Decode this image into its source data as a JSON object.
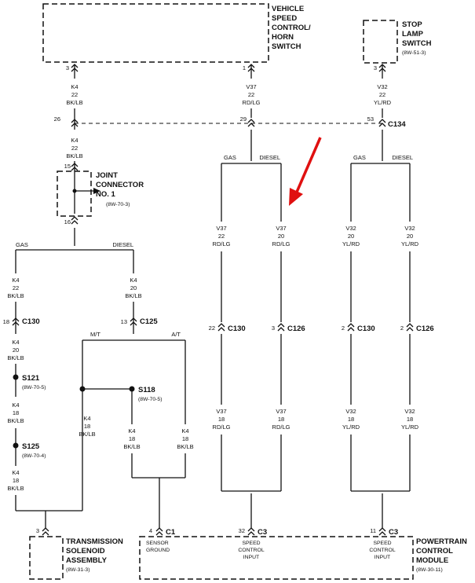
{
  "components": {
    "vehicle_speed_control": {
      "name_lines": [
        "VEHICLE",
        "SPEED",
        "CONTROL/",
        "HORN",
        "SWITCH"
      ],
      "pin_k4": "3",
      "pin_v37": "1"
    },
    "stop_lamp_switch": {
      "name_lines": [
        "STOP",
        "LAMP",
        "SWITCH"
      ],
      "ref": "(8W-51-3)",
      "pin": "3"
    },
    "joint_connector": {
      "name_lines": [
        "JOINT",
        "CONNECTOR",
        "NO. 1"
      ],
      "ref": "(8W-70-3)",
      "pin_in": "15",
      "pin_out": "16"
    },
    "transmission_solenoid": {
      "name_lines": [
        "TRANSMISSION",
        "SOLENOID",
        "ASSEMBLY"
      ],
      "ref": "(8W-31-3)",
      "pin": "3"
    },
    "powertrain_control_module": {
      "name_lines": [
        "POWERTRAIN",
        "CONTROL",
        "MODULE"
      ],
      "ref": "(8W-30-11)",
      "pins": [
        {
          "num": "4",
          "connector": "C1",
          "label_lines": [
            "SENSOR",
            "GROUND"
          ]
        },
        {
          "num": "32",
          "connector": "C3",
          "label_lines": [
            "SPEED",
            "CONTROL",
            "INPUT"
          ]
        },
        {
          "num": "11",
          "connector": "C3",
          "label_lines": [
            "SPEED",
            "CONTROL",
            "INPUT"
          ]
        }
      ]
    }
  },
  "connectors": {
    "c134": {
      "name": "C134",
      "pins": [
        "26",
        "29",
        "53"
      ]
    },
    "k4_gas": {
      "pin": "18",
      "name": "C130"
    },
    "k4_diesel": {
      "pin": "13",
      "name": "C125"
    },
    "v37_gas": {
      "pin": "22",
      "name": "C130"
    },
    "v37_diesel": {
      "pin": "3",
      "name": "C126"
    },
    "v32_gas": {
      "pin": "2",
      "name": "C130"
    },
    "v32_diesel": {
      "pin": "2",
      "name": "C126"
    }
  },
  "splices": {
    "s121": {
      "name": "S121",
      "ref": "(8W-70-5)"
    },
    "s125": {
      "name": "S125",
      "ref": "(8W-70-4)"
    },
    "s118": {
      "name": "S118",
      "ref": "(8W-70-5)"
    }
  },
  "branch_labels": {
    "gas": "GAS",
    "diesel": "DIESEL",
    "mt": "M/T",
    "at": "A/T"
  },
  "wires": {
    "k4_top": [
      "K4",
      "22",
      "BK/LB"
    ],
    "k4_mid": [
      "K4",
      "22",
      "BK/LB"
    ],
    "k4_gas": [
      "K4",
      "22",
      "BK/LB"
    ],
    "k4_gas_after": [
      "K4",
      "20",
      "BK/LB"
    ],
    "k4_gas_s121": [
      "K4",
      "18",
      "BK/LB"
    ],
    "k4_gas_s125": [
      "K4",
      "18",
      "BK/LB"
    ],
    "k4_diesel": [
      "K4",
      "20",
      "BK/LB"
    ],
    "k4_mt": [
      "K4",
      "18",
      "BK/LB"
    ],
    "k4_s118": [
      "K4",
      "18",
      "BK/LB"
    ],
    "k4_at": [
      "K4",
      "18",
      "BK/LB"
    ],
    "v37_top": [
      "V37",
      "22",
      "RD/LG"
    ],
    "v37_gas": [
      "V37",
      "22",
      "RD/LG"
    ],
    "v37_diesel": [
      "V37",
      "20",
      "RD/LG"
    ],
    "v37_gas_low": [
      "V37",
      "18",
      "RD/LG"
    ],
    "v37_diesel_low": [
      "V37",
      "18",
      "RD/LG"
    ],
    "v32_top": [
      "V32",
      "22",
      "YL/RD"
    ],
    "v32_gas": [
      "V32",
      "20",
      "YL/RD"
    ],
    "v32_diesel": [
      "V32",
      "20",
      "YL/RD"
    ],
    "v32_gas_low": [
      "V32",
      "18",
      "YL/RD"
    ],
    "v32_diesel_low": [
      "V32",
      "18",
      "YL/RD"
    ]
  },
  "colors": {
    "ink": "#111111",
    "arrow": "#e01010"
  }
}
